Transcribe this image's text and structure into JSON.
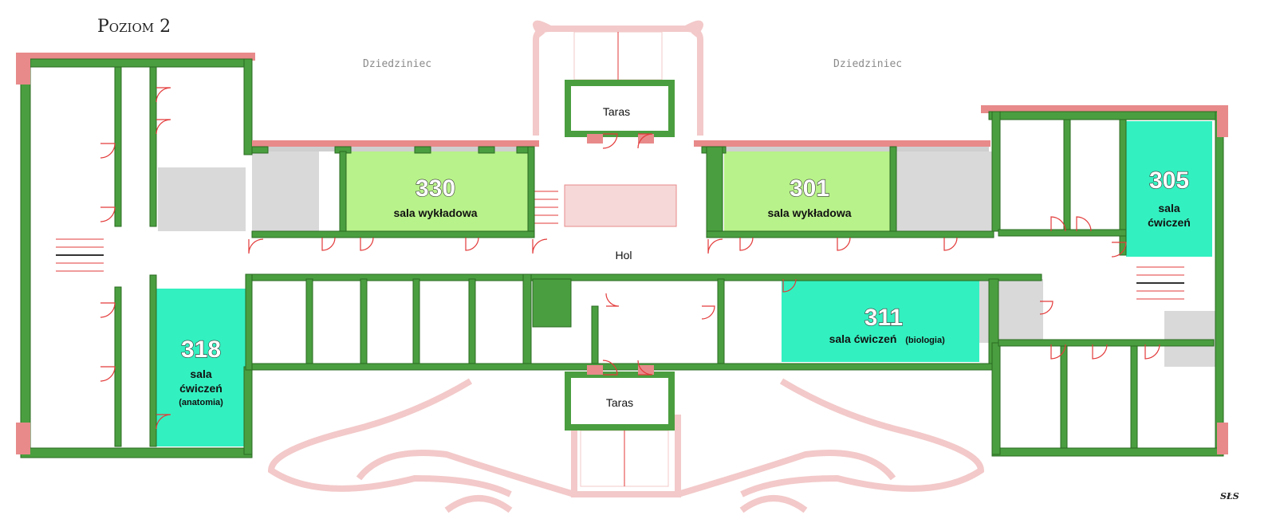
{
  "map": {
    "level_title": "Poziom 2",
    "courtyard_left": "Dziedziniec",
    "courtyard_right": "Dziedziniec",
    "terrace_top": "Taras",
    "terrace_bottom": "Taras",
    "hall": "Hol",
    "signature": "SŁS",
    "colors": {
      "lecture_hall": "#b8f28a",
      "exercise_room": "#33f0c0",
      "wall": "#4a9e3f",
      "wall_shadow": "#e88a8a",
      "service_room": "#d9d9d9",
      "stairs": "#e33a3a",
      "exterior_outline": "#f3c9c9"
    },
    "rooms": [
      {
        "number": "330",
        "description": "sala wykładowa",
        "detail": ""
      },
      {
        "number": "301",
        "description": "sala wykładowa",
        "detail": ""
      },
      {
        "number": "305",
        "description": "sala",
        "description_2": "ćwiczeń",
        "detail": ""
      },
      {
        "number": "311",
        "description": "sala ćwiczeń",
        "detail": "(biologia)"
      },
      {
        "number": "318",
        "description": "sala",
        "description_2": "ćwiczeń",
        "detail": "(anatomia)"
      }
    ]
  }
}
